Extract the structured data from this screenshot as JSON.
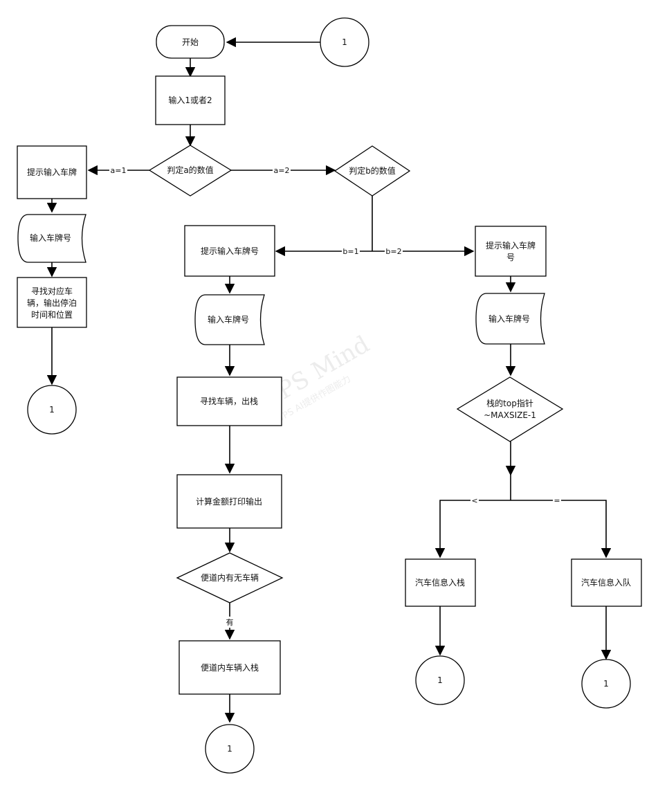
{
  "nodes": {
    "start": {
      "label": "开始"
    },
    "connector_top": {
      "label": "1"
    },
    "input_1_or_2": {
      "label": "输入1或者2"
    },
    "decide_a": {
      "label": "判定a的数值"
    },
    "decide_b": {
      "label": "判定b的数值"
    },
    "left_prompt": {
      "label": "提示输入车牌"
    },
    "left_input": {
      "label": "输入车牌号"
    },
    "left_find": {
      "lines": [
        "寻找对应车",
        "辆，输出停泊",
        "时间和位置"
      ]
    },
    "left_connector": {
      "label": "1"
    },
    "mid_prompt": {
      "label": "提示输入车牌号"
    },
    "mid_input": {
      "label": "输入车牌号"
    },
    "mid_find": {
      "label": "寻找车辆，出栈"
    },
    "mid_calc": {
      "label": "计算金额打印输出"
    },
    "mid_decide": {
      "label": "便道内有无车辆"
    },
    "mid_push": {
      "label": "便道内车辆入栈"
    },
    "mid_connector": {
      "label": "1"
    },
    "right_prompt": {
      "lines": [
        "提示输入车牌",
        "号"
      ]
    },
    "right_input": {
      "label": "输入车牌号"
    },
    "right_decide": {
      "lines": [
        "栈的top指针",
        "~MAXSIZE-1"
      ]
    },
    "right_push_stack": {
      "label": "汽车信息入栈"
    },
    "right_push_queue": {
      "label": "汽车信息入队"
    },
    "right_connector_1": {
      "label": "1"
    },
    "right_connector_2": {
      "label": "1"
    }
  },
  "edges": {
    "a1": "a=1",
    "a2": "a=2",
    "b1": "b=1",
    "b2": "b=2",
    "lt": "<",
    "eq": "=",
    "has": "有"
  },
  "watermark": {
    "big": "WPS Mind",
    "small": "WPS AI提供作图能力"
  }
}
